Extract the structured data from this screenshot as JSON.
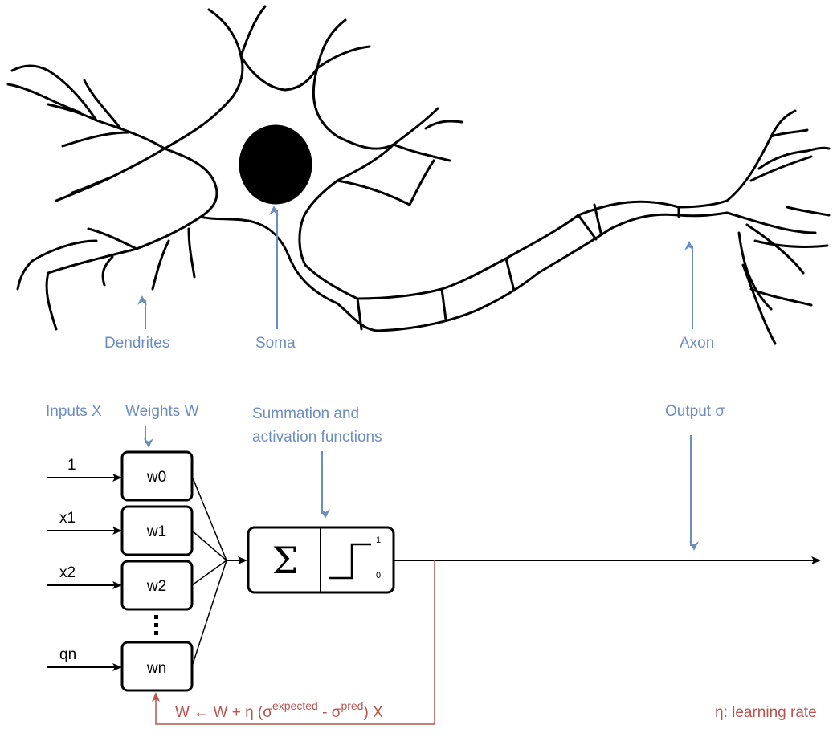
{
  "neuron_labels": {
    "dendrites": "Dendrites",
    "soma": "Soma",
    "axon": "Axon"
  },
  "perceptron": {
    "inputs_title": "Inputs X",
    "weights_title": "Weights W",
    "summation_line1": "Summation and",
    "summation_line2": "activation functions",
    "output_title": "Output σ",
    "inputs": [
      "1",
      "x1",
      "x2",
      "qn"
    ],
    "weights": [
      "w0",
      "w1",
      "w2",
      "wn"
    ],
    "sum_symbol": "Σ",
    "step_high": "1",
    "step_low": "0"
  },
  "update_rule": {
    "prefix": "W ← W + η (σ",
    "sup_expected": "expected",
    "middle": " - σ",
    "sup_pred": "pred",
    "suffix": ") X"
  },
  "legend_note": "η: learning rate",
  "colors": {
    "blue_label": "#6c8ebf",
    "red_feedback": "#b85450",
    "line": "#000000"
  }
}
